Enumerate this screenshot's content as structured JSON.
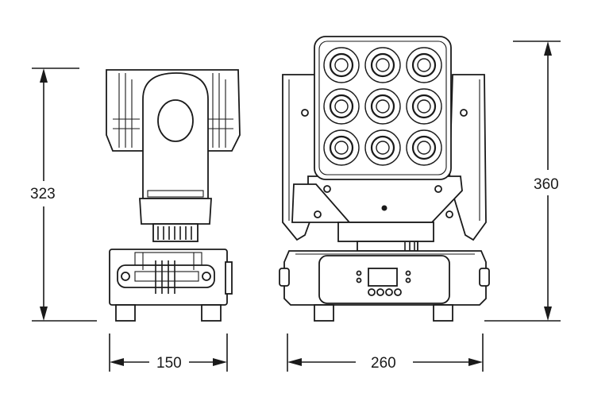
{
  "dimensions": {
    "side_height": "323",
    "front_height": "360",
    "side_width": "150",
    "front_width": "260"
  },
  "colors": {
    "line": "#1a1a1a",
    "background": "#ffffff"
  },
  "led_grid": {
    "rows": 3,
    "cols": 3
  }
}
